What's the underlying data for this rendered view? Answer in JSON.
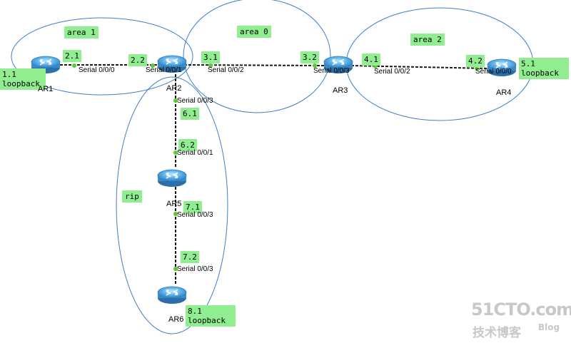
{
  "areas": {
    "area1": "area 1",
    "area0": "area 0",
    "area2": "area 2",
    "rip": "rip"
  },
  "routers": {
    "ar1": "AR1",
    "ar2": "AR2",
    "ar3": "AR3",
    "ar4": "AR4",
    "ar5": "AR5",
    "ar6": "AR6"
  },
  "addresses": {
    "a1_1": "1.1\nloopback",
    "a2_1": "2.1",
    "a2_2": "2.2",
    "a3_1": "3.1",
    "a3_2": "3.2",
    "a4_1": "4.1",
    "a4_2": "4.2",
    "a5_1": "5.1\nloopback",
    "a6_1": "6.1",
    "a6_2": "6.2",
    "a7_1": "7.1",
    "a7_2": "7.2",
    "a8_1": "8.1\nloopback"
  },
  "ports": {
    "ar1_s000": "Serial 0/0/0",
    "ar2_s001": "Serial 0/0/1",
    "ar2_s002": "Serial 0/0/2",
    "ar3_s003": "Serial 0/0/3",
    "ar3_s002": "Serial 0/0/2",
    "ar4_s000": "Serial 0/0/0",
    "ar2_s003": "Serial 0/0/3",
    "ar5_s001": "Serial 0/0/1",
    "ar5_s003": "Serial 0/0/3",
    "ar6_s003": "Serial 0/0/3"
  },
  "watermark": {
    "site": "51CTO.com",
    "blog_cn": "技术博客",
    "blog": "Blog"
  },
  "colors": {
    "area_outline": "#3c7fc8",
    "link": "#1a1a1a",
    "port_dot": "#5cc832",
    "label_bg": "#90ee90",
    "router_body": "#4aa3df"
  }
}
